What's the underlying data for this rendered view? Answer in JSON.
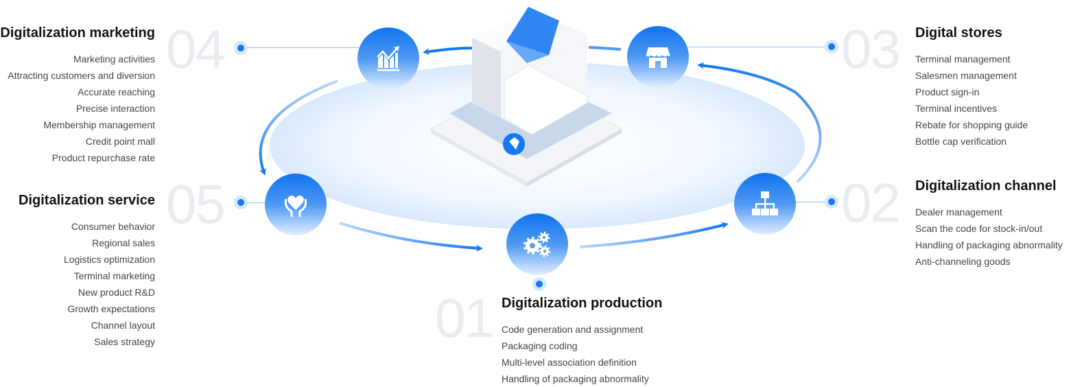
{
  "stages": {
    "s04": {
      "number": "04",
      "title": "Digitalization marketing",
      "icon": "growth-chart-icon",
      "items": [
        "Marketing activities",
        "Attracting customers and diversion",
        "Accurate reaching",
        "Precise interaction",
        "Membership management",
        "Credit point mall",
        "Product repurchase rate"
      ]
    },
    "s05": {
      "number": "05",
      "title": "Digitalization service",
      "icon": "heart-hands-icon",
      "items": [
        "Consumer behavior",
        "Regional sales",
        "Logistics optimization",
        "Terminal marketing",
        "New product R&D",
        "Growth expectations",
        "Channel layout",
        "Sales strategy"
      ]
    },
    "s03": {
      "number": "03",
      "title": "Digital stores",
      "icon": "store-icon",
      "items": [
        "Terminal management",
        "Salesmen management",
        "Product sign-in",
        "Terminal incentives",
        "Rebate for shopping guide",
        "Bottle cap verification"
      ]
    },
    "s02": {
      "number": "02",
      "title": "Digitalization channel",
      "icon": "hierarchy-icon",
      "items": [
        "Dealer management",
        "Scan the code for stock-in/out",
        "Handling of packaging abnormality",
        "Anti-channeling goods"
      ]
    },
    "s01": {
      "number": "01",
      "title": "Digitalization production",
      "icon": "gears-icon",
      "items": [
        "Code generation and assignment",
        "Packaging coding",
        "Multi-level association definition",
        "Handling of packaging abnormality"
      ]
    }
  },
  "colors": {
    "accent": "#1677f0",
    "number": "#e9ecf1",
    "ellipse": "#e3efff"
  }
}
